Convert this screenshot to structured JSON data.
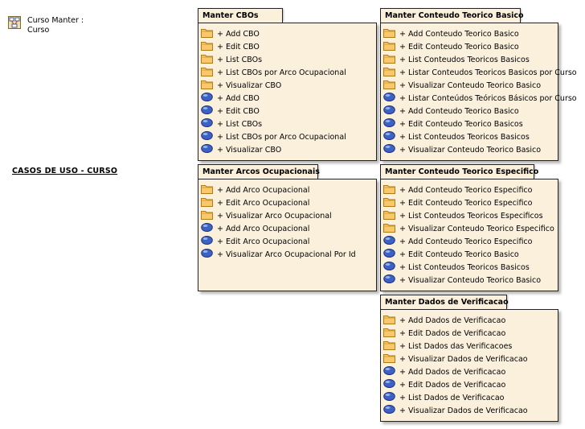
{
  "header": {
    "diagram_label_line1": "Curso Manter :",
    "diagram_label_line2": "Curso",
    "icon": "class-diagram-icon"
  },
  "casos_link": "CASOS DE USO - CURSO",
  "colors": {
    "package_fill": "#fbf0dc",
    "folder": "#f7c96a",
    "usecase": "#3d62c4"
  },
  "packages": [
    {
      "title": "Manter CBOs",
      "items": [
        {
          "icon": "folder",
          "label": "+ Add CBO"
        },
        {
          "icon": "folder",
          "label": "+ Edit CBO"
        },
        {
          "icon": "folder",
          "label": "+ List CBOs"
        },
        {
          "icon": "folder",
          "label": "+ List CBOs por Arco Ocupacional"
        },
        {
          "icon": "folder",
          "label": "+ Visualizar CBO"
        },
        {
          "icon": "usecase",
          "label": "+ Add CBO"
        },
        {
          "icon": "usecase",
          "label": "+ Edit CBO"
        },
        {
          "icon": "usecase",
          "label": "+ List CBOs"
        },
        {
          "icon": "usecase",
          "label": "+ List CBOs por Arco Ocupacional"
        },
        {
          "icon": "usecase",
          "label": "+ Visualizar CBO"
        }
      ]
    },
    {
      "title": "Manter Conteudo Teorico Basico",
      "items": [
        {
          "icon": "folder",
          "label": "+ Add Conteudo Teorico Basico"
        },
        {
          "icon": "folder",
          "label": "+ Edit Conteudo Teorico Basico"
        },
        {
          "icon": "folder",
          "label": "+ List Conteudos Teoricos Basicos"
        },
        {
          "icon": "folder",
          "label": "+ Listar Conteudos Teoricos Basicos por Curso"
        },
        {
          "icon": "folder",
          "label": "+ Visualizar Conteudo Teorico Basico"
        },
        {
          "icon": "usecase",
          "label": "+ Listar Conteúdos Teóricos Básicos por Curso"
        },
        {
          "icon": "usecase",
          "label": "+ Add Conteudo Teorico Basico"
        },
        {
          "icon": "usecase",
          "label": "+ Edit Conteudo Teorico Basicos"
        },
        {
          "icon": "usecase",
          "label": "+ List Conteudos Teoricos Basicos"
        },
        {
          "icon": "usecase",
          "label": "+ Visualizar Conteudo Teorico Basico"
        }
      ]
    },
    {
      "title": "Manter Arcos Ocupacionais",
      "items": [
        {
          "icon": "folder",
          "label": "+ Add Arco Ocupacional"
        },
        {
          "icon": "folder",
          "label": "+ Edit Arco Ocupacional"
        },
        {
          "icon": "folder",
          "label": "+ Visualizar Arco Ocupacional"
        },
        {
          "icon": "usecase",
          "label": "+ Add Arco Ocupacional"
        },
        {
          "icon": "usecase",
          "label": "+ Edit Arco Ocupacional"
        },
        {
          "icon": "usecase",
          "label": "+ Visualizar Arco Ocupacional Por Id"
        }
      ]
    },
    {
      "title": "Manter Conteudo Teorico Especifico",
      "items": [
        {
          "icon": "folder",
          "label": "+ Add  Conteudo Teorico Especifico"
        },
        {
          "icon": "folder",
          "label": "+ Edit Conteudo Teorico Especifico"
        },
        {
          "icon": "folder",
          "label": "+ List Conteudos Teoricos Especificos"
        },
        {
          "icon": "folder",
          "label": "+ Visualizar Conteudo Teorico Especifico"
        },
        {
          "icon": "usecase",
          "label": "+ Add Conteudo Teorico Especifico"
        },
        {
          "icon": "usecase",
          "label": "+ Edit Conteudo Teorico Basico"
        },
        {
          "icon": "usecase",
          "label": "+ List Conteudos Teoricos Basicos"
        },
        {
          "icon": "usecase",
          "label": "+ Visualizar Conteudo Teorico Basico"
        }
      ]
    },
    {
      "title": "Manter Dados de Verificacao",
      "items": [
        {
          "icon": "folder",
          "label": "+ Add Dados de Verificacao"
        },
        {
          "icon": "folder",
          "label": "+ Edit Dados de Verificacao"
        },
        {
          "icon": "folder",
          "label": "+ List Dados das Verificacoes"
        },
        {
          "icon": "folder",
          "label": "+ Visualizar Dados de Verificacao"
        },
        {
          "icon": "usecase",
          "label": "+ Add Dados de Verificacao"
        },
        {
          "icon": "usecase",
          "label": "+ Edit Dados de Verificacao"
        },
        {
          "icon": "usecase",
          "label": "+ List Dados de Verificacao"
        },
        {
          "icon": "usecase",
          "label": "+ Visualizar Dados de Verificacao"
        }
      ]
    }
  ]
}
